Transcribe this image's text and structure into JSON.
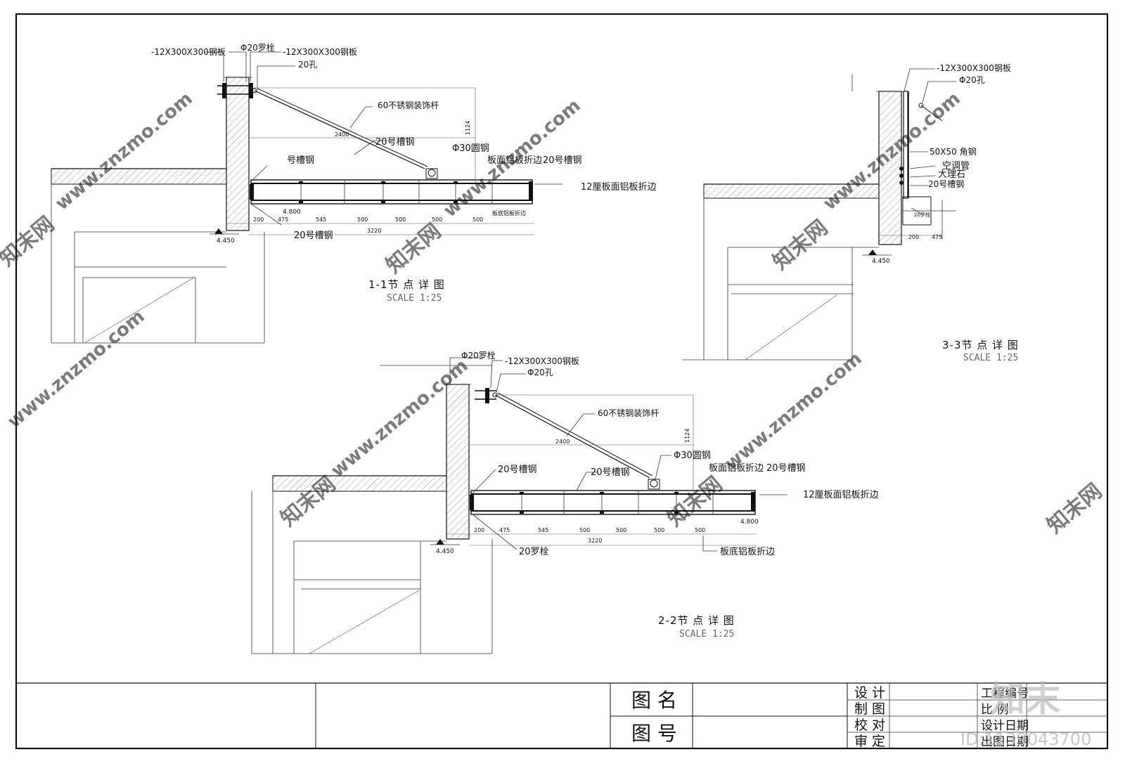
{
  "watermark": {
    "cn": "知末网",
    "url": "www.znzmo.com",
    "brand": "知末",
    "id": "ID:1139043700"
  },
  "details": {
    "d1": {
      "title": "1-1节 点 详 图",
      "scale": "SCALE 1:25",
      "labels": {
        "plate1": "-12X300X300钢板",
        "bolt": "Φ20罗栓",
        "plate2": "-12X300X300钢板",
        "hole": "20孔",
        "rod": "60不锈钢装饰杆",
        "chan20a": "20号槽钢",
        "round": "Φ30圆钢",
        "chanL": "号槽钢",
        "alfold_top": "板面铝板折边",
        "chanR": "20号槽钢",
        "alfold12": "12厘板面铝板折边",
        "alfold_bot": "板底铝板折边",
        "chan20b": "20号槽钢",
        "len": "2400",
        "rise": "1124",
        "total": "3220",
        "elev_top": "4.800",
        "elev_bot": "4.450"
      },
      "dims": [
        "200",
        "475",
        "545",
        "500",
        "500",
        "500",
        "500"
      ]
    },
    "d2": {
      "title": "2-2节 点 详 图",
      "scale": "SCALE 1:25",
      "labels": {
        "bolt": "Φ20罗栓",
        "plate": "-12X300X300钢板",
        "hole": "Φ20孔",
        "rod": "60不锈钢装饰杆",
        "round": "Φ30圆钢",
        "chan20a": "20号槽钢",
        "chan20b": "20号槽钢",
        "alfold_top": "板面铝板折边",
        "chanR": "20号槽钢",
        "alfold12": "12厘板面铝板折边",
        "bolt20": "20罗栓",
        "alfold_bot": "板底铝板折边",
        "len": "2400",
        "rise": "1124",
        "total": "3220",
        "elev_top": "4.800",
        "elev_bot": "4.450"
      },
      "dims": [
        "200",
        "475",
        "545",
        "500",
        "500",
        "500",
        "500"
      ]
    },
    "d3": {
      "title": "3-3节 点 详 图",
      "scale": "SCALE 1:25",
      "labels": {
        "plate": "-12X300X300钢板",
        "hole": "Φ20孔",
        "angle": "50X50 角钢",
        "duct": "空调管",
        "marble": "大理石",
        "chan": "20号槽钢",
        "bolt": "20罗栓",
        "elev": "4.450"
      },
      "dims": [
        "200",
        "475"
      ]
    }
  },
  "title_block": {
    "drawing_name": "图 名",
    "drawing_no": "图 号",
    "design": "设 计",
    "drafting": "制 图",
    "check": "校 对",
    "approve": "审 定",
    "project_no": "工程编号",
    "scale": "比 例",
    "design_date": "设计日期",
    "issue_date": "出图日期"
  }
}
